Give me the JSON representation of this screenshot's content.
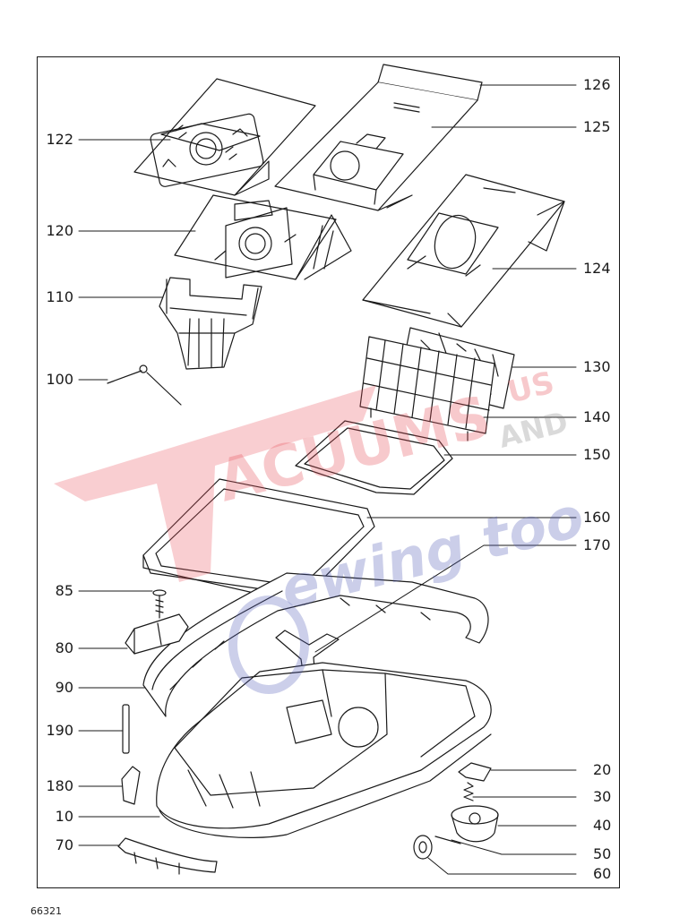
{
  "figure_id": "66321",
  "watermark": {
    "line1": "ACUUMS",
    "line2": "US",
    "line3": "AND",
    "line4": "ewing too",
    "red": "#e8505a",
    "blue": "#5561b8"
  },
  "parts": {
    "p122": "122",
    "p120": "120",
    "p110": "110",
    "p100": "100",
    "p85": "85",
    "p80": "80",
    "p90": "90",
    "p190": "190",
    "p180": "180",
    "p10": "10",
    "p70": "70",
    "p126": "126",
    "p125": "125",
    "p124": "124",
    "p130": "130",
    "p140": "140",
    "p150": "150",
    "p160": "160",
    "p170": "170",
    "p20": "20",
    "p30": "30",
    "p40": "40",
    "p50": "50",
    "p60": "60"
  },
  "colors": {
    "line": "#1a1a1a",
    "frame": "#1a1a1a"
  }
}
